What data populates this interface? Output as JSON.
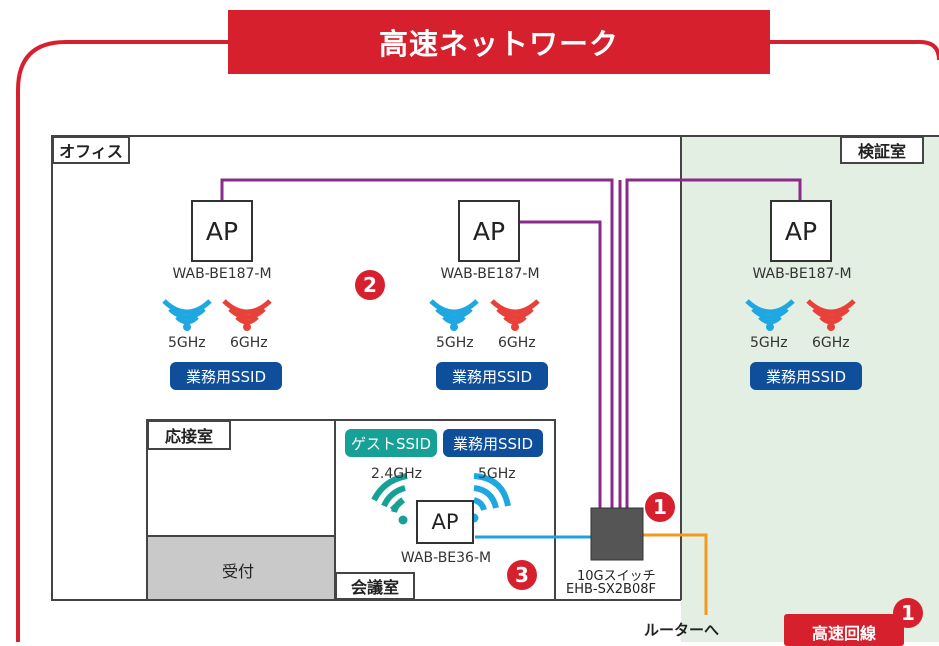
{
  "title": "高速ネットワーク",
  "rooms": {
    "office": "オフィス",
    "lab": "検証室",
    "reception_room": "応接室",
    "front_desk": "受付",
    "meeting_room": "会議室"
  },
  "access_points": [
    {
      "label": "AP",
      "model": "WAB-BE187-M",
      "freq_a": "5GHz",
      "freq_b": "6GHz",
      "ssid": "業務用SSID"
    },
    {
      "label": "AP",
      "model": "WAB-BE187-M",
      "freq_a": "5GHz",
      "freq_b": "6GHz",
      "ssid": "業務用SSID"
    },
    {
      "label": "AP",
      "model": "WAB-BE187-M",
      "freq_a": "5GHz",
      "freq_b": "6GHz",
      "ssid": "業務用SSID"
    }
  ],
  "meeting_ap": {
    "label": "AP",
    "model": "WAB-BE36-M",
    "guest_ssid": "ゲストSSID",
    "biz_ssid": "業務用SSID",
    "freq_a": "2.4GHz",
    "freq_b": "5GHz"
  },
  "switch": {
    "line1": "10Gスイッチ",
    "line2": "EHB-SX2B08F"
  },
  "router_label": "ルーターへ",
  "high_speed_line": "高速回線",
  "markers": {
    "one": "1",
    "two": "2",
    "three": "3"
  },
  "colors": {
    "accent_red": "#d7202e",
    "cable_purple": "#8a2a8a",
    "cable_blue": "#1da3d8",
    "cable_orange": "#f39a1e",
    "wifi_blue": "#1ea7e1",
    "wifi_red": "#e8413a",
    "wifi_teal": "#17a196",
    "lab_bg": "#e3efe2",
    "front_desk_bg": "#c9c9c9",
    "switch_bg": "#555555"
  }
}
